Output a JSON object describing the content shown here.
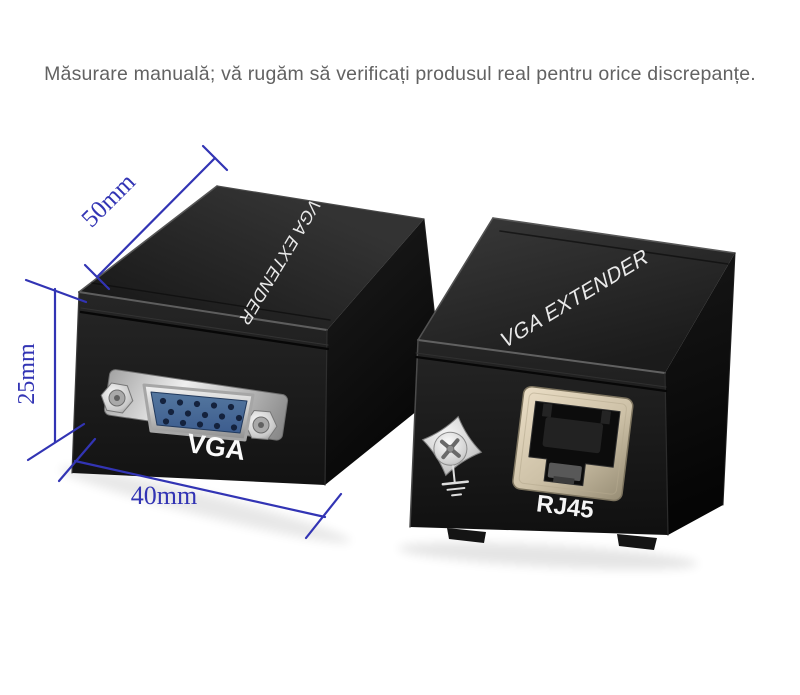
{
  "caption": "Măsurare manuală; vă rugăm să verificați produsul real pentru orice discrepanțe.",
  "dimensions": {
    "length": "50mm",
    "height": "25mm",
    "width": "40mm"
  },
  "devices": {
    "left": {
      "top_label": "VGA EXTENDER",
      "port_label": "VGA",
      "port_type": "VGA female 15-pin"
    },
    "right": {
      "top_label": "VGA EXTENDER",
      "port_label": "RJ45",
      "port_type": "RJ45 jack with ground screw"
    }
  },
  "colors": {
    "annotation_blue": "#3234b4",
    "device_black": "#1c1c1c",
    "vga_insert_blue": "#46679c",
    "rj45_bezel_beige": "#cfc2aa",
    "background": "#ffffff"
  }
}
